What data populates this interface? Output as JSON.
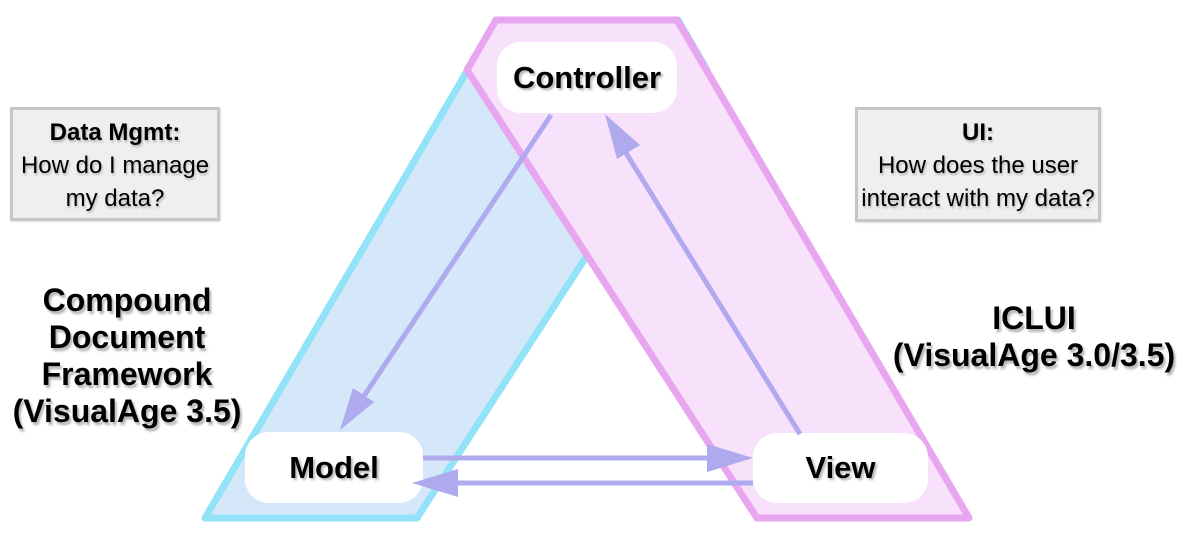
{
  "diagram": {
    "nodes": [
      {
        "id": "controller",
        "label": "Controller"
      },
      {
        "id": "model",
        "label": "Model"
      },
      {
        "id": "view",
        "label": "View"
      }
    ],
    "edges": [
      {
        "from": "Controller",
        "to": "Model"
      },
      {
        "from": "View",
        "to": "Controller"
      },
      {
        "from": "Model",
        "to": "View"
      },
      {
        "from": "View",
        "to": "Model"
      }
    ],
    "callouts": {
      "data_mgmt": {
        "title": "Data Mgmt:",
        "body": "How do I manage\nmy data?"
      },
      "ui": {
        "title": "UI:",
        "body": "How does the user\ninteract with my data?"
      }
    },
    "side_labels": {
      "left": "Compound\nDocument\nFramework\n(VisualAge 3.5)",
      "right": "ICLUI\n(VisualAge 3.0/3.5)"
    },
    "colors": {
      "model_band_fill": "#d5e8fa",
      "model_band_border": "#93e3f8",
      "view_band_fill": "#f8e1fb",
      "view_band_border": "#e7a6ef",
      "arrow": "#afa9ed",
      "node_bg": "#ffffff",
      "callout_bg": "#efefef",
      "callout_border": "#c6c6c6",
      "text": "#000000"
    }
  }
}
